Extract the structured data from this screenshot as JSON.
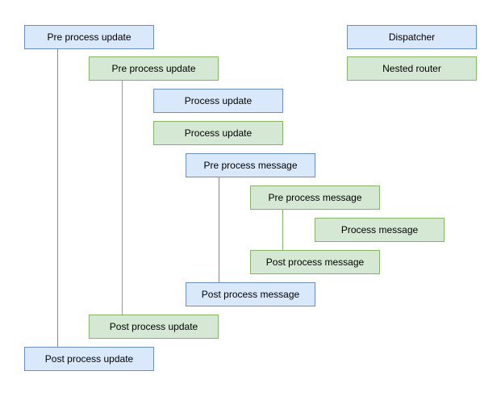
{
  "diagram": {
    "description": "Event processing flow diagram with nested middleware levels",
    "colors": {
      "dispatcher_fill": "#dae8fc",
      "dispatcher_border": "#6c8ebf",
      "nested_router_fill": "#d5e8d4",
      "nested_router_border": "#82b366",
      "text": "#000000",
      "background": "#ffffff"
    },
    "legend": {
      "dispatcher": "Dispatcher",
      "nested_router": "Nested router"
    },
    "nodes": [
      {
        "label": "Pre process update",
        "level": "dispatcher"
      },
      {
        "label": "Pre process update",
        "level": "nested-router"
      },
      {
        "label": "Process update",
        "level": "dispatcher"
      },
      {
        "label": "Process update",
        "level": "nested-router"
      },
      {
        "label": "Pre process message",
        "level": "dispatcher"
      },
      {
        "label": "Pre process message",
        "level": "nested-router"
      },
      {
        "label": "Process message",
        "level": "nested-router"
      },
      {
        "label": "Post process message",
        "level": "nested-router"
      },
      {
        "label": "Post process message",
        "level": "dispatcher"
      },
      {
        "label": "Post process update",
        "level": "nested-router"
      },
      {
        "label": "Post process update",
        "level": "dispatcher"
      }
    ],
    "connectors": [
      {
        "from": "Pre process update (dispatcher)",
        "to": "Post process update (dispatcher)",
        "color": "#6c8ebf"
      },
      {
        "from": "Pre process update (nested-router)",
        "to": "Post process update (nested-router)",
        "color": "#82b366"
      },
      {
        "from": "Pre process message (dispatcher)",
        "to": "Post process message (dispatcher)",
        "color": "#6c8ebf"
      },
      {
        "from": "Pre process message (nested-router)",
        "to": "Post process message (nested-router)",
        "color": "#82b366"
      }
    ]
  }
}
